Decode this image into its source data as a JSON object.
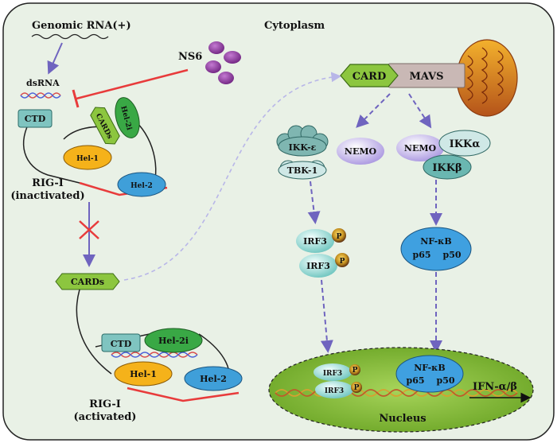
{
  "labels": {
    "genomic_rna": "Genomic RNA(+)",
    "cytoplasm": "Cytoplasm",
    "ns6": "NS6",
    "dsrna": "dsRNA",
    "ctd": "CTD",
    "cards": "CARDs",
    "hel2i": "Hel-2i",
    "hel1": "Hel-1",
    "hel2": "Hel-2",
    "rigi_inactive_line1": "RIG-I",
    "rigi_inactive_line2": "(inactivated)",
    "rigi_active_line1": "RIG-I",
    "rigi_active_line2": "(activated)",
    "card": "CARD",
    "mavs": "MAVS",
    "ikk_e": "IKK-ε",
    "tbk1": "TBK-1",
    "nemo": "NEMO",
    "ikka": "IKKα",
    "ikkb": "IKKβ",
    "irf3": "IRF3",
    "p": "P",
    "nfkb": "NF-κB",
    "p65": "p65",
    "p50": "p50",
    "nucleus": "Nucleus",
    "ifn": "IFN-α/β"
  },
  "colors": {
    "cell_fill": "#e9f1e6",
    "nucleus_fill": "#8ec23f",
    "arrow_purple": "#7b6fc4",
    "inhibit_red": "#e83b3b",
    "rig_outline": "#222222",
    "ctd_teal": "#7fc4c0",
    "cards_green": "#8cc63f",
    "hel2i_green": "#39a845",
    "hel1_yellow": "#f5b21a",
    "hel2_blue": "#3f9fd9",
    "mavs_gray": "#c9b8b5",
    "nemo_purple": "#b9a6e6",
    "ikk_teal": "#6ab7b1",
    "irf3_teal": "#8fd3cf",
    "nfkb_blue": "#3fa0e0",
    "ns6_purple": "#8a3c9c",
    "phospho": "#e0b94a"
  },
  "icons": [
    "mitochondrion-icon",
    "dsrna-helix-icon",
    "dna-strand-icon",
    "inhibition-cross-icon"
  ]
}
